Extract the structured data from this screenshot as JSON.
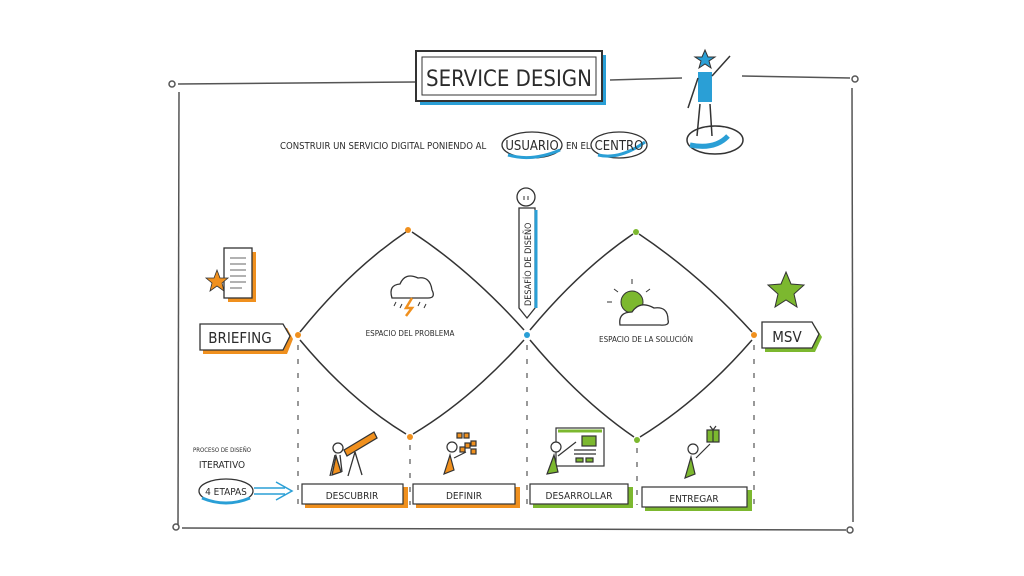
{
  "title": "SERVICE DESIGN",
  "subtitle": {
    "prefix": "Construir un servicio digital poniendo al",
    "usuario": "Usuario",
    "middle": "en el",
    "centro": "Centro"
  },
  "start_label": "Briefing",
  "end_label": "MSV",
  "challenge_label": "Desafío de diseño",
  "problem_space": "Espacio del problema",
  "solution_space": "Espacio de la solución",
  "process": {
    "caption": "Proceso de diseño",
    "caption2": "Iterativo",
    "stages_label": "4 etapas"
  },
  "stages": [
    {
      "label": "Descubrir",
      "color": "#f0901e"
    },
    {
      "label": "Definir",
      "color": "#f0901e"
    },
    {
      "label": "Desarrollar",
      "color": "#7cb82f"
    },
    {
      "label": "Entregar",
      "color": "#7cb82f"
    }
  ],
  "colors": {
    "orange": "#f0901e",
    "green": "#7cb82f",
    "blue": "#2a9fd6",
    "ink": "#2b2b2b"
  }
}
